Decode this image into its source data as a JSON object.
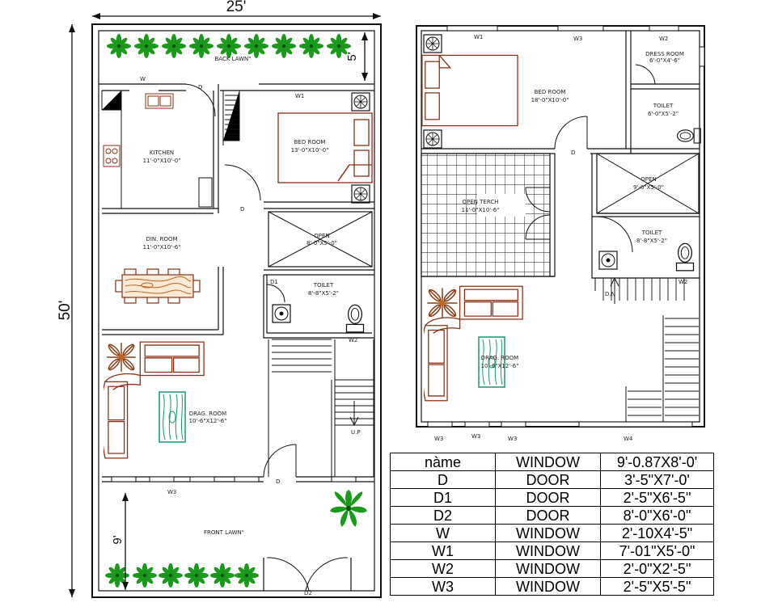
{
  "dimensions": {
    "width_top": "25'",
    "height_left": "50'",
    "back_lawn_depth": "5'",
    "front_lawn_depth": "9'"
  },
  "ground_floor": {
    "back_lawn": "BACK LAWN\"",
    "kitchen": {
      "name": "KITCHEN",
      "size": "11'-0\"X10'-0\""
    },
    "bedroom": {
      "name": "BED ROOM",
      "size": "13'-0\"X10'-0\""
    },
    "dining": {
      "name": "DIN. ROOM",
      "size": "11'-0\"X10'-6\""
    },
    "open": {
      "name": "OPEN",
      "size": "8'-0\"X5'-0\""
    },
    "toilet": {
      "name": "TOILET",
      "size": "8'-8\"X5'-2\""
    },
    "drawing": {
      "name": "DRAG. ROOM",
      "size": "10'-6\"X12'-6\""
    },
    "front_lawn": "FRONT LAWN\"",
    "marks": {
      "w": "W",
      "w1": "W1",
      "w2": "W2",
      "w3": "W3",
      "d_kitchen": "D",
      "d_bed": "D",
      "d1": "D1",
      "d_main": "D",
      "d2": "D2",
      "up": "U.P"
    }
  },
  "first_floor": {
    "bedroom": {
      "name": "BED ROOM",
      "size": "18'-0\"X10'-0\""
    },
    "dress": {
      "name": "DRESS ROOM",
      "size": "6'-0\"X4'-6\""
    },
    "toilet_top": {
      "name": "TOILET",
      "size": "6'-0\"X5'-2\""
    },
    "open": {
      "name": "OPEN",
      "size": "9'-0\"X5'-0\""
    },
    "terrace": {
      "name": "OPEN TERCH",
      "size": "11'-0\"X10'-6\""
    },
    "toilet": {
      "name": "TOILET",
      "size": "8'-8\"X5'-2\""
    },
    "drawing": {
      "name": "DRAG. ROOM",
      "size": "10'-6\"X12'-6\""
    },
    "marks": {
      "w1": "W1",
      "w3_top": "W3",
      "w2_top": "W2",
      "d": "D",
      "w2": "W2",
      "dn": "D.N",
      "w3_a": "W3",
      "w3_b": "W3",
      "w3_c": "W3",
      "w4": "W4"
    }
  },
  "schedule": [
    [
      "nàme",
      "WINDOW",
      "9'-0.87X8'-0'"
    ],
    [
      "D",
      "DOOR",
      "3'-5\"X7'-0'"
    ],
    [
      "D1",
      "DOOR",
      "2'-5\"X6'-5\""
    ],
    [
      "D2",
      "DOOR",
      "8'-0\"X6'-0\""
    ],
    [
      "W",
      "WINDOW",
      "2'-10X4'-5\""
    ],
    [
      "W1",
      "WINDOW",
      "7'-01\"X5'-0\""
    ],
    [
      "W2",
      "WINDOW",
      "2'-0\"X2'-5\""
    ],
    [
      "W3",
      "WINDOW",
      "2'-5\"X5'-5\""
    ]
  ],
  "colors": {
    "wall": "#111111",
    "furniture": "#8b2e16",
    "wood": "#c2661f",
    "plant": "#1a9a1a",
    "rug": "#1a9a6a"
  }
}
